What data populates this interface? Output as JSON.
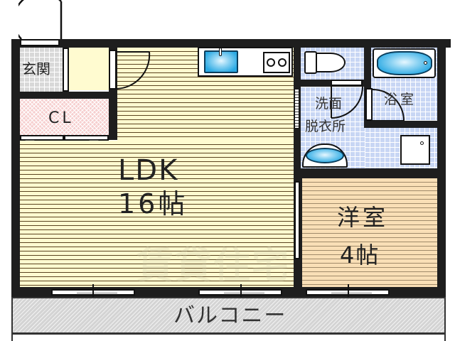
{
  "floor_plan": {
    "rooms": {
      "entrance": "玄関",
      "closet": "CL",
      "ldk_name": "LDK",
      "ldk_size": "16帖",
      "washroom_line1": "洗面",
      "washroom_line2": "脱衣所",
      "bathroom": "浴室",
      "western_room_name": "洋室",
      "western_room_size": "4帖",
      "balcony": "バルコニー"
    },
    "watermark": "賃貸住宅",
    "colors": {
      "wall": "#1e1e1e",
      "ldk_floor": "#fffbd0",
      "western_floor": "#f9dfb6",
      "closet_floor": "#f6cfcf",
      "wet_area_tile": "#c8d6f4",
      "entrance_tile": "#d8d8d8",
      "fixture_blue": "#2aa9e3",
      "balcony": "#d4d4d4"
    }
  }
}
